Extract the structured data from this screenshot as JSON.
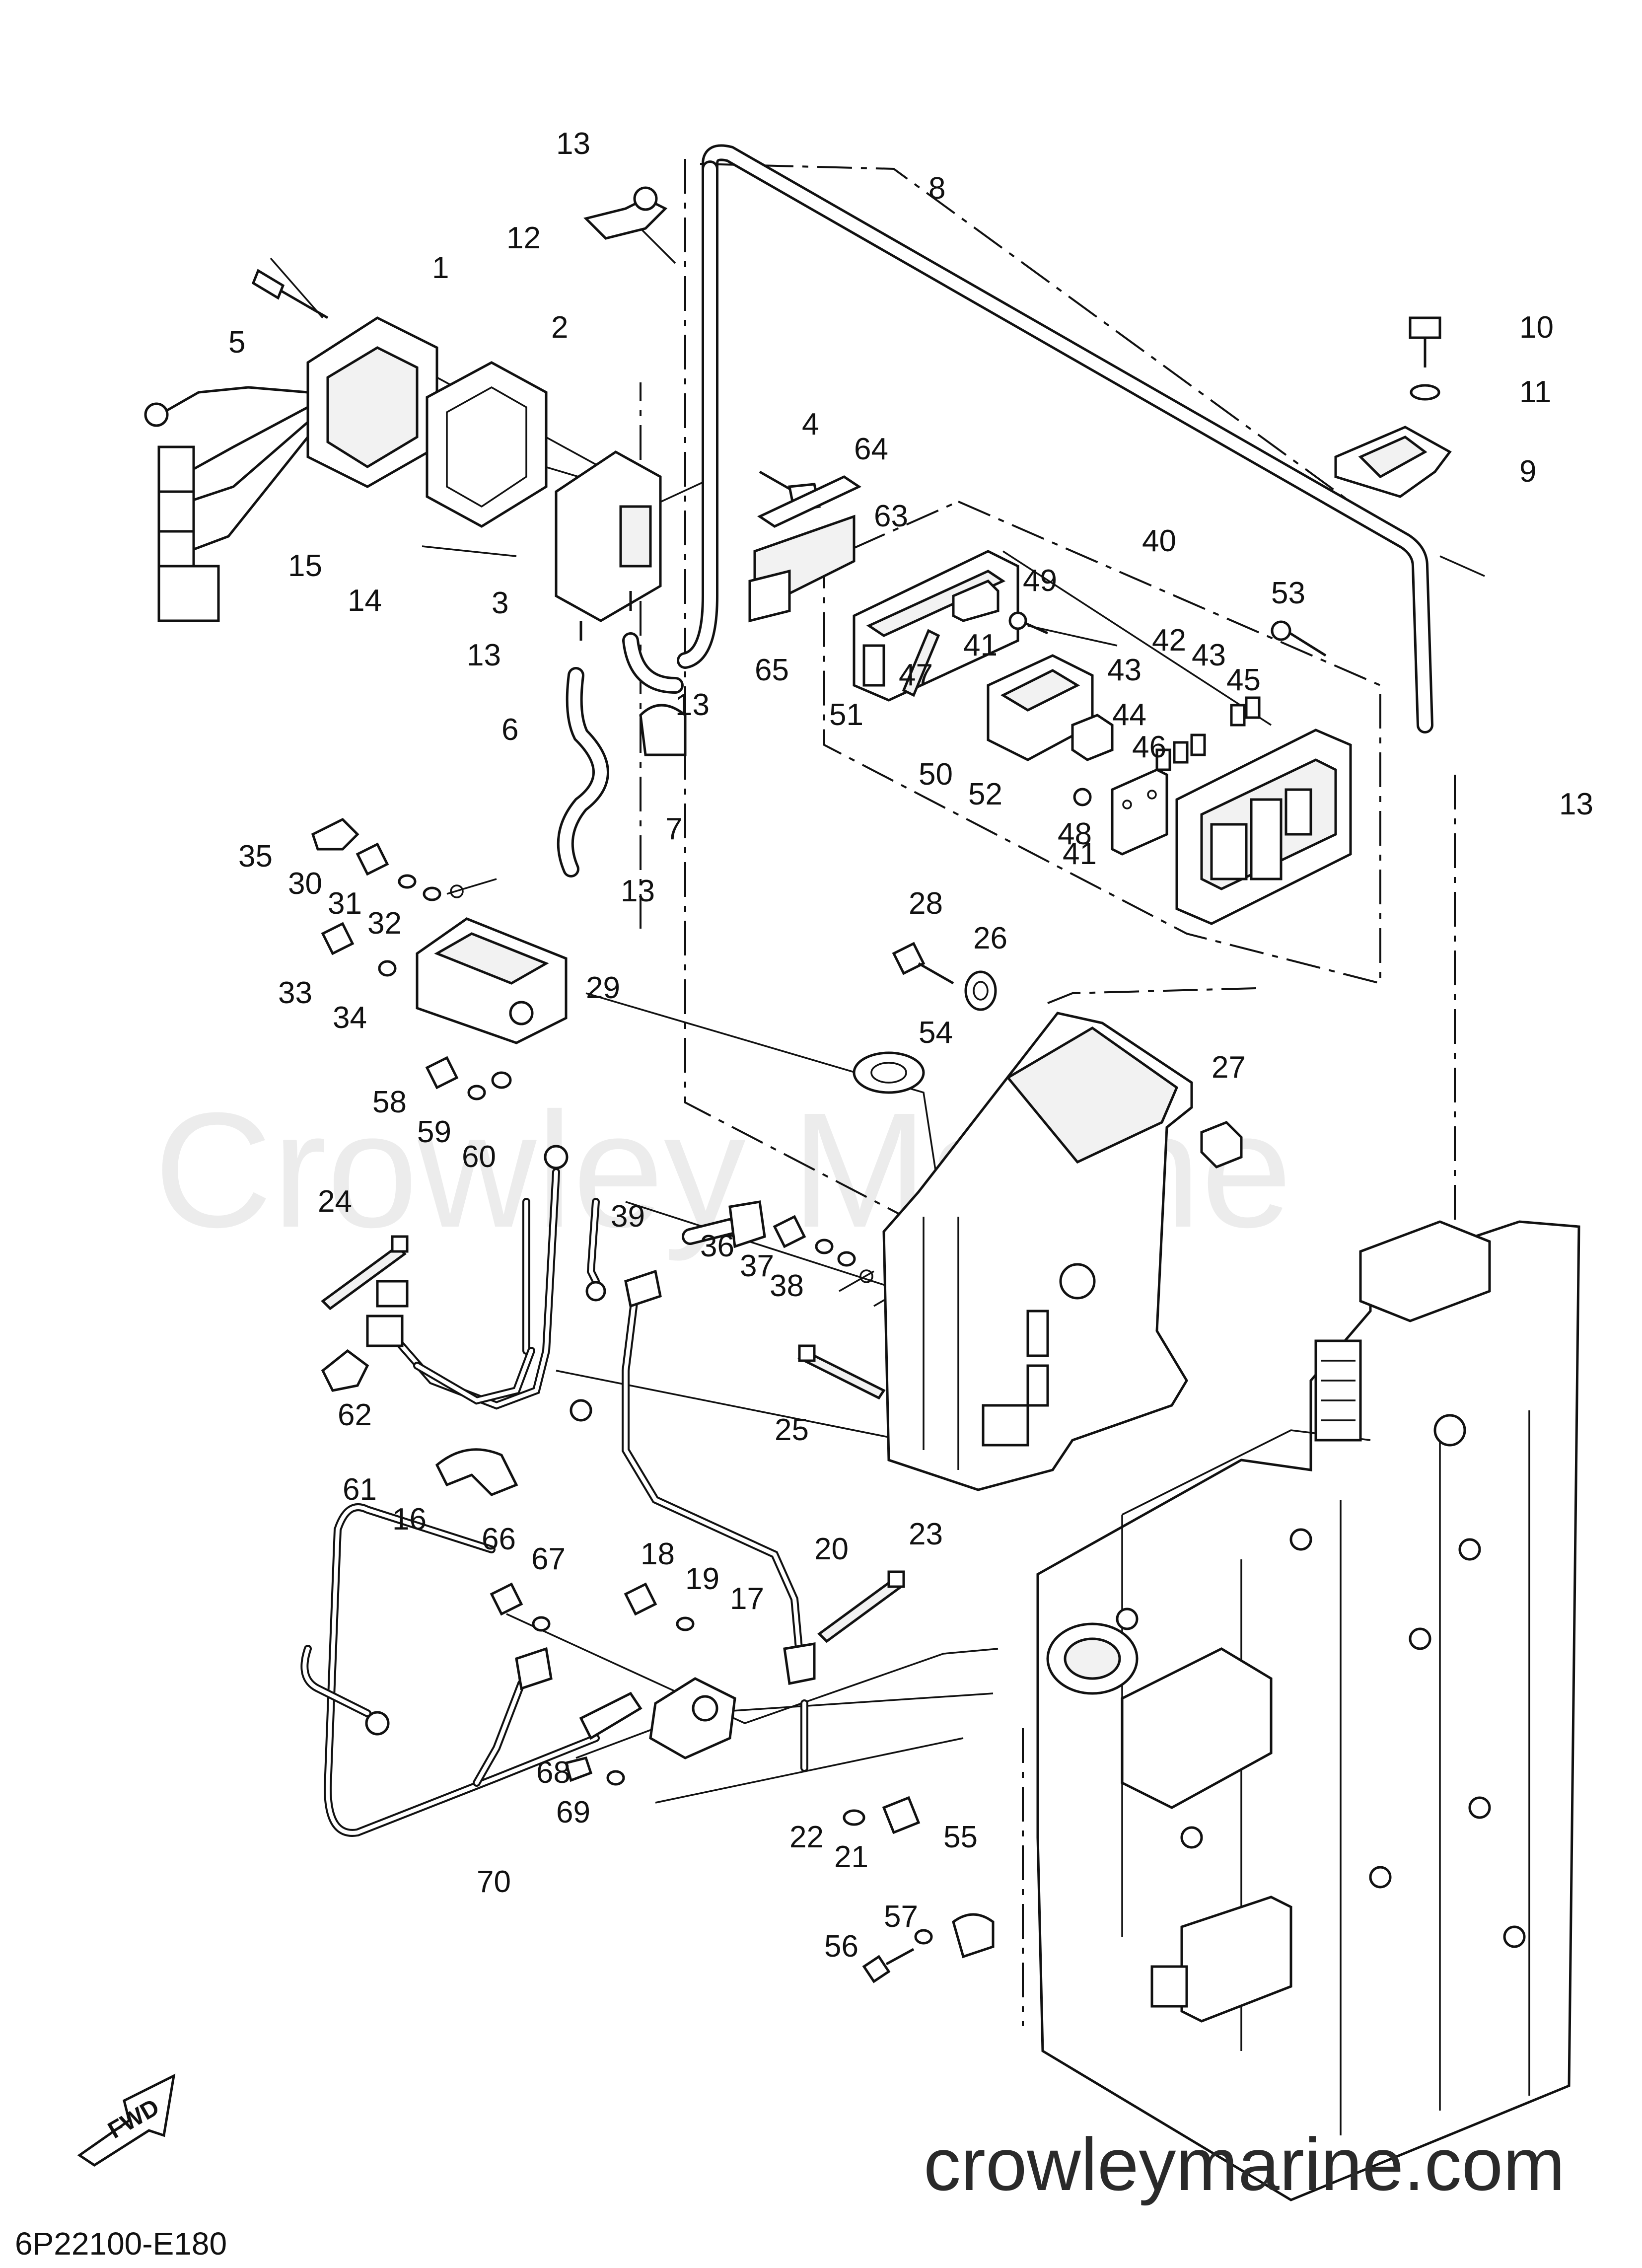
{
  "diagram": {
    "part_numbers": [
      "1",
      "2",
      "3",
      "4",
      "5",
      "6",
      "7",
      "8",
      "9",
      "10",
      "11",
      "12",
      "13",
      "13",
      "13",
      "13",
      "13",
      "14",
      "15",
      "16",
      "17",
      "18",
      "19",
      "20",
      "21",
      "22",
      "23",
      "24",
      "25",
      "26",
      "27",
      "28",
      "29",
      "30",
      "31",
      "32",
      "33",
      "34",
      "35",
      "36",
      "37",
      "38",
      "39",
      "40",
      "41",
      "41",
      "42",
      "43",
      "43",
      "44",
      "45",
      "46",
      "47",
      "48",
      "49",
      "50",
      "51",
      "52",
      "53",
      "54",
      "55",
      "56",
      "57",
      "58",
      "59",
      "60",
      "61",
      "62",
      "63",
      "64",
      "65",
      "66",
      "67",
      "68",
      "69",
      "70"
    ],
    "fwd_label": "FWD",
    "watermark": "Crowley Marine",
    "website": "crowleymarine.com",
    "diagram_code": "6P22100-E180"
  },
  "colors": {
    "line": "#111111",
    "watermark": "#ececec",
    "background": "#ffffff"
  }
}
